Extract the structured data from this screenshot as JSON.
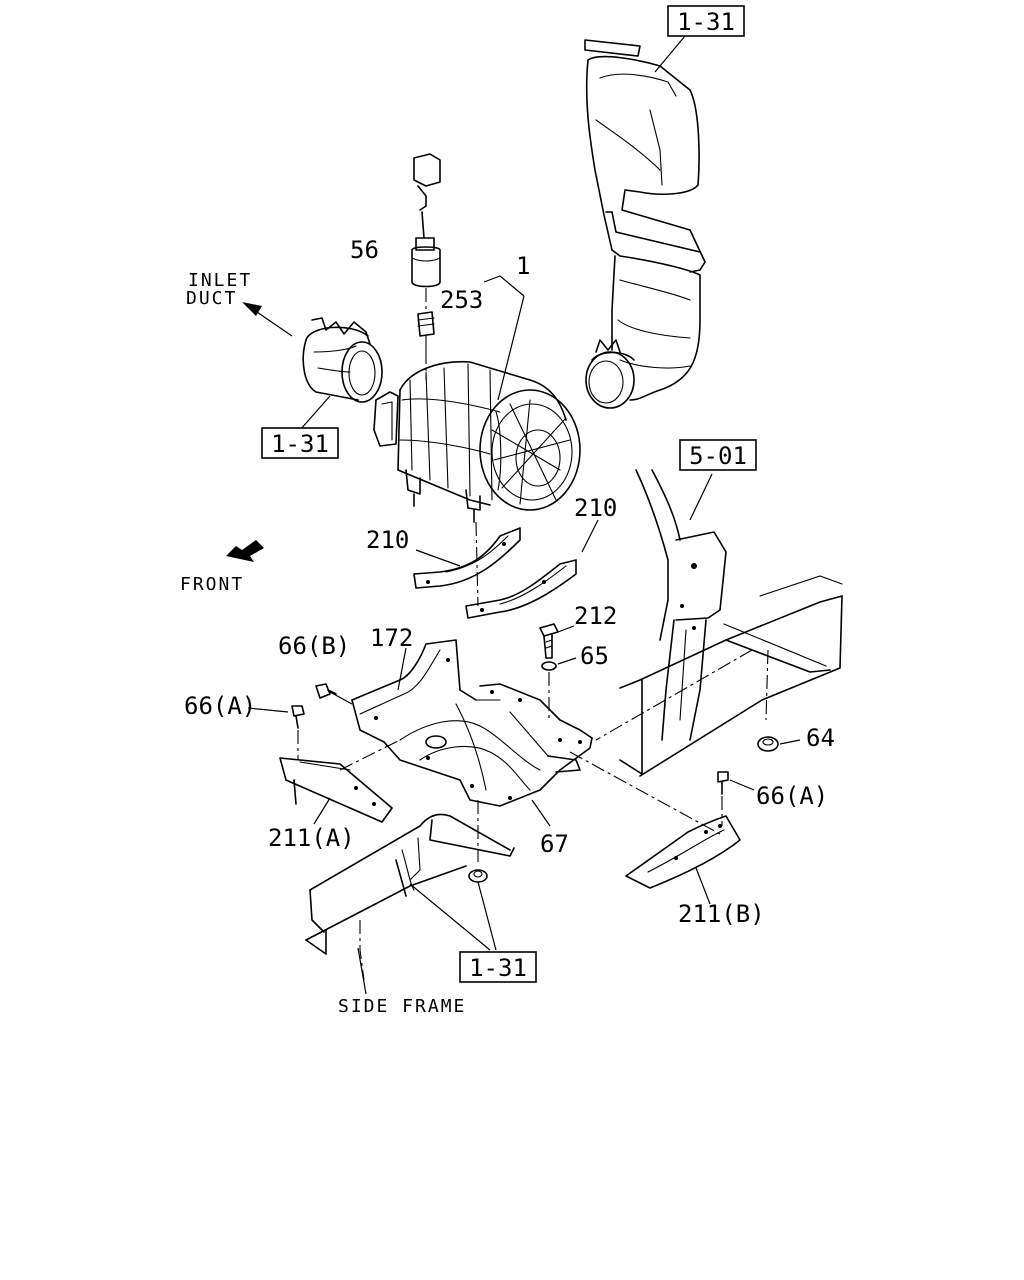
{
  "labels": {
    "ref_1_31_top": "1-31",
    "ref_1_31_left": "1-31",
    "ref_5_01": "5-01",
    "ref_1_31_bottom": "1-31",
    "p56": "56",
    "p1": "1",
    "p253": "253",
    "p210_left": "210",
    "p210_right": "210",
    "p212": "212",
    "p65": "65",
    "p172": "172",
    "p66b": "66(B)",
    "p66a_left": "66(A)",
    "p66a_right": "66(A)",
    "p64": "64",
    "p211a": "211(A)",
    "p67": "67",
    "p211b": "211(B)",
    "inlet_duct_1": "INLET",
    "inlet_duct_2": "DUCT",
    "front": "FRONT",
    "side_frame": "SIDE FRAME"
  }
}
